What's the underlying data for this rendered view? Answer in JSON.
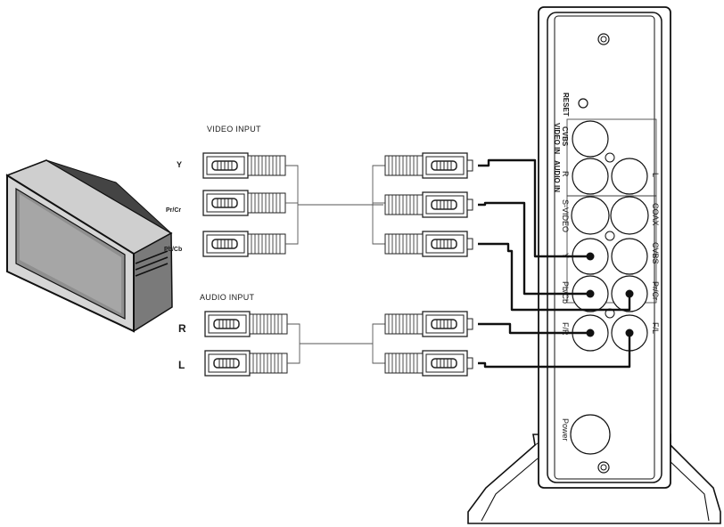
{
  "video_input": {
    "title": "VIDEO INPUT",
    "labels": [
      "Y",
      "Pr/Cr",
      "Pb/Cb"
    ]
  },
  "audio_input": {
    "title": "AUDIO INPUT",
    "labels": [
      "R",
      "L"
    ]
  },
  "panel": {
    "reset": "RESET",
    "cvbs_video_in": "CVBS",
    "video_in": "VIDEO IN",
    "r": "R",
    "l": "L",
    "audio_in": "AUDIO IN",
    "s_video": "S-VIDEO",
    "coax": "COAX",
    "cvbs": "CVBS",
    "y": "Y",
    "pb_cb": "Pb/Cb",
    "pr_cr": "Pr/Cr",
    "f_r": "F/R",
    "f_l": "F/L",
    "power": "Power"
  }
}
